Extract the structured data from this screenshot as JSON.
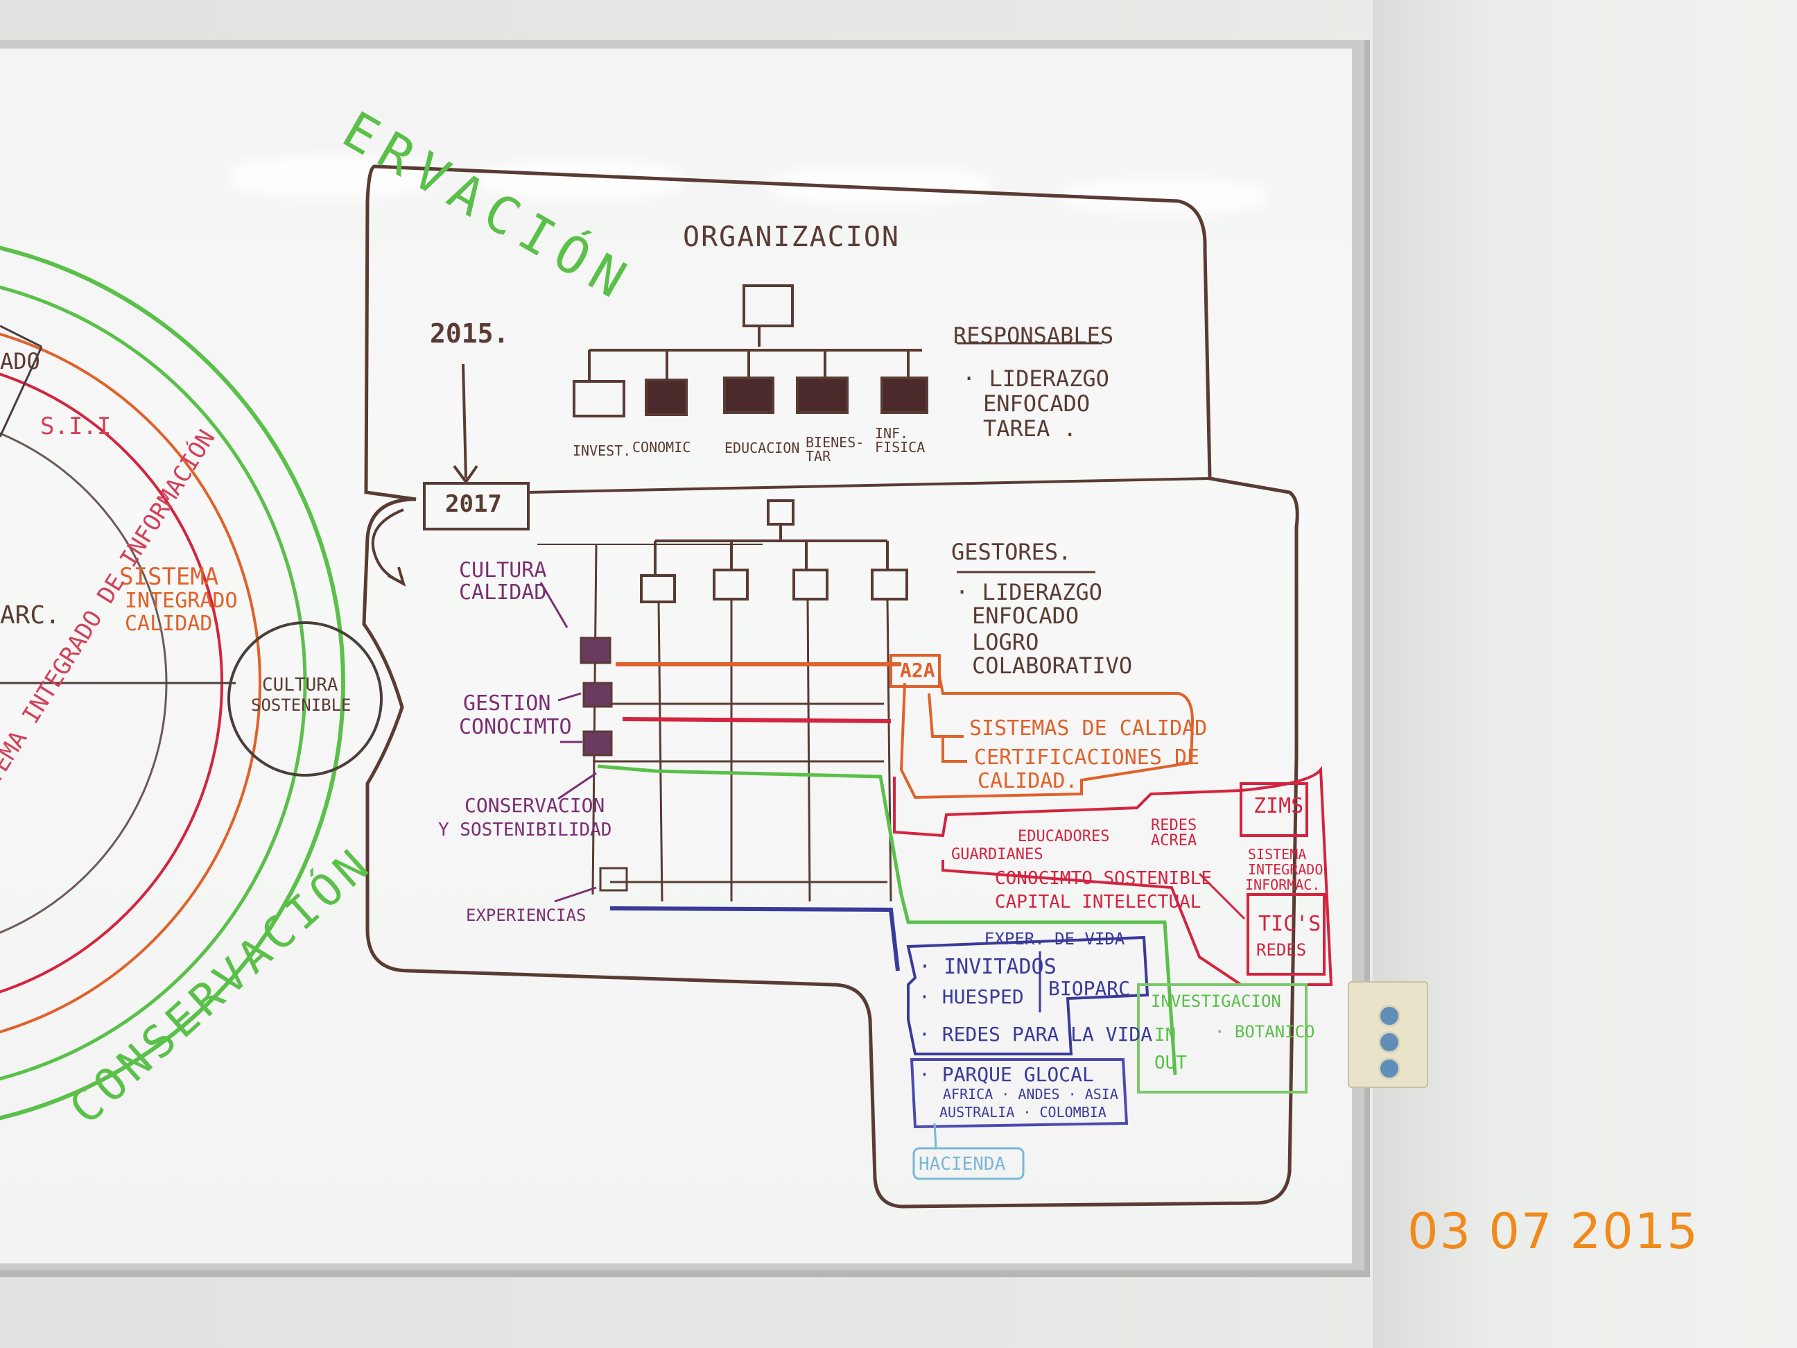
{
  "photo": {
    "date_stamp": "03 07 2015"
  },
  "left_circle": {
    "labels": {
      "ring_top": "ERVACIÓN",
      "ring_bottom": "CONSERVACIÓN",
      "sii": "S.I.I",
      "sistema_integrado_calidad": [
        "SISTEMA",
        "INTEGRADO",
        "CALIDAD"
      ],
      "sistema_integrado_informacion": "SISTEMA INTEGRADO DE INFORMACIÓN",
      "arc": "ARC.",
      "odo": "ADO",
      "cultura_sostenible": [
        "CULTURA",
        "SOSTENIBLE"
      ]
    }
  },
  "org_diagram": {
    "title": "ORGANIZACION",
    "year_2015": "2015.",
    "year_2017": "2017",
    "units": [
      "INVEST.",
      "CONOMIC",
      "EDUCACION",
      "BIENES-\nTAR",
      "INF.\nFISICA"
    ],
    "responsables": {
      "heading": "RESPONSABLES",
      "items": [
        "· LIDERAZGO",
        "ENFOCADO",
        "TAREA ."
      ]
    },
    "gestores": {
      "heading": "GESTORES.",
      "items": [
        "· LIDERAZGO",
        "ENFOCADO",
        "LOGRO",
        "COLABORATIVO"
      ]
    },
    "row_labels": {
      "cultura_calidad": [
        "CULTURA",
        "CALIDAD"
      ],
      "gestion_conocimiento": [
        "GESTION",
        "CONOCIMTO"
      ],
      "conservacion": [
        "CONSERVACION",
        "Y SOSTENIBILIDAD"
      ],
      "experiencias": "EXPERIENCIAS"
    },
    "a2a": {
      "tag": "A2A",
      "items": [
        "SISTEMAS DE CALIDAD",
        "CERTIFICACIONES DE",
        "CALIDAD."
      ]
    },
    "conocimiento": {
      "items": [
        "GUARDIANES",
        "EDUCADORES",
        "REDES ACREA"
      ],
      "line1": "CONOCIMTO SOSTENIBLE",
      "line2": "CAPITAL INTELECTUAL",
      "zims": "ZIMS",
      "zims_note": [
        "SISTEMA",
        "INTEGRADO",
        "INFORMAC."
      ],
      "tics": [
        "TIC'S",
        "REDES"
      ]
    },
    "experiencias": {
      "header": "EXPER. DE VIDA",
      "items": [
        "· INVITADOS",
        "· HUESPED",
        "· REDES PARA LA VIDA"
      ],
      "bioparc": "BIOPARC",
      "parque": "· PARQUE GLOCAL",
      "regions1": "AFRICA · ANDES · ASIA",
      "regions2": "AUSTRALIA · COLOMBIA",
      "hacienda": "HACIENDA"
    },
    "investigacion": {
      "heading": "INVESTIGACION",
      "in": "IN",
      "out": "OUT",
      "botanico": "· BOTANICO"
    }
  },
  "colors": {
    "brown": "#5a3b33",
    "violet": "#7a2f72",
    "orange": "#e0612a",
    "red": "#d3243f",
    "green": "#5ac04a",
    "blue": "#3a3a9a",
    "datestamp": "#f08a1c"
  }
}
